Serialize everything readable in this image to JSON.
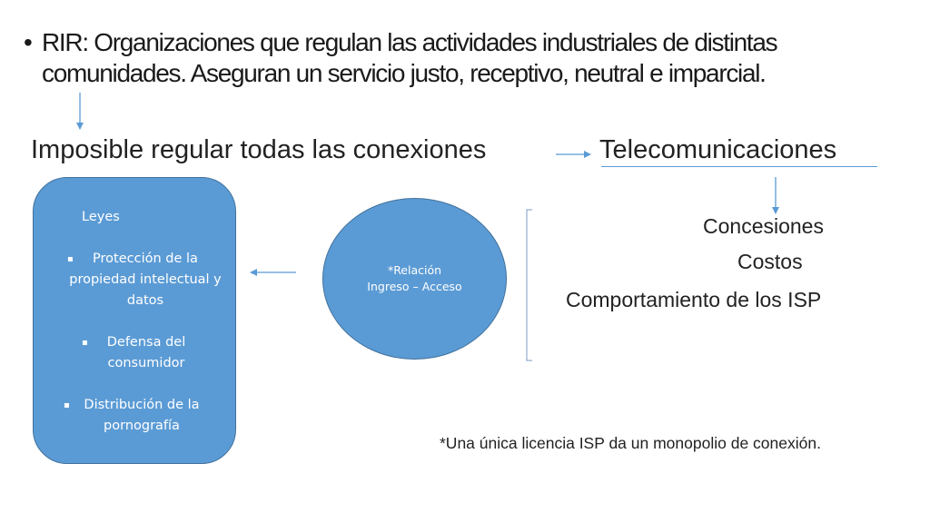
{
  "title": {
    "bullet": "•",
    "text": "RIR: Organizaciones que regulan las actividades industriales de distintas comunidades. Aseguran un servicio justo, receptivo, neutral e imparcial."
  },
  "flow": {
    "left": "Imposible regular todas las conexiones",
    "right": "Telecomunicaciones"
  },
  "box": {
    "heading": "Leyes",
    "items": [
      "Protección de la propiedad intelectual y datos",
      "Defensa del consumidor",
      "Distribución de la pornografía"
    ],
    "marker": "▪"
  },
  "circle": {
    "line1": "*Relación",
    "line2": "Ingreso – Acceso"
  },
  "right_list": [
    "Concesiones",
    "Costos",
    "Comportamiento de los ISP"
  ],
  "note": "*Una única licencia ISP da un monopolio de conexión.",
  "colors": {
    "shape_fill": "#5b9bd5",
    "shape_border": "#41719c",
    "arrow": "#5b9bd5"
  }
}
